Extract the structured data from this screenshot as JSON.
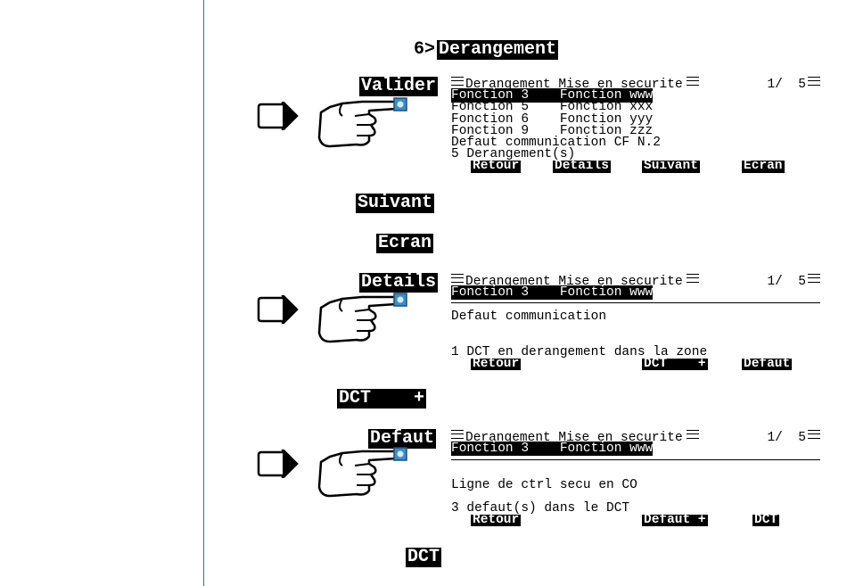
{
  "menu": {
    "number": "6>",
    "label": "Derangement"
  },
  "keys": {
    "valider": "Valider",
    "suivant": "Suivant",
    "ecran": "Ecran",
    "details": "Details",
    "dct_plus": "DCT    +",
    "defaut": "Defaut",
    "dct": "DCT"
  },
  "screen1": {
    "title": "Derangement Mise en securite",
    "page": "1/  5",
    "rows": [
      "Fonction 3    Fonction www",
      "Fonction 5    Fonction xxx",
      "Fonction 6    Fonction yyy",
      "Fonction 9    Fonction zzz",
      "Defaut communication CF N.2",
      "5 Derangement(s)"
    ],
    "softkeys": [
      "Retour",
      "Details",
      "Suivant",
      "Ecran"
    ]
  },
  "screen2": {
    "title": "Derangement Mise en securite",
    "page": "1/  5",
    "subheader": "Fonction 3    Fonction www",
    "line1": "Defaut communication",
    "line2": "1 DCT en derangement dans la zone",
    "softkeys": [
      "Retour",
      "DCT    +",
      "Defaut"
    ]
  },
  "screen3": {
    "title": "Derangement Mise en securite",
    "page": "1/  5",
    "subheader": "Fonction 3    Fonction www",
    "line1": "Ligne de ctrl secu en CO",
    "line2": "3 defaut(s) dans le DCT",
    "softkeys": [
      "Retour",
      "Defaut +",
      "DCT"
    ]
  },
  "icons": [
    "arrow-right-icon",
    "pointing-hand-icon",
    "lines-icon"
  ],
  "colors": {
    "margin_line": "#2f6fb3",
    "button_blue": "#3a8fc8"
  }
}
